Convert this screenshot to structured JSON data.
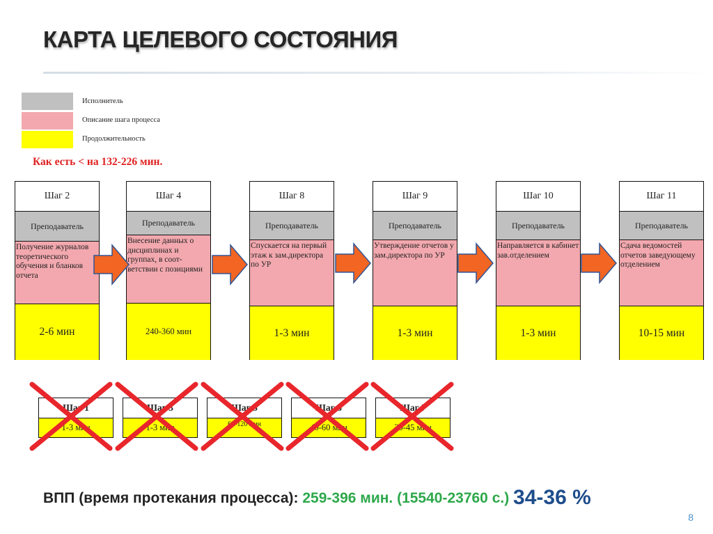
{
  "title": "КАРТА ЦЕЛЕВОГО СОСТОЯНИЯ",
  "legend": [
    {
      "label": "Исполнитель",
      "color": "#c0c0c0"
    },
    {
      "label": "Описание шага процесса",
      "color": "#f2a8ae"
    },
    {
      "label": "Продолжительность",
      "color": "#ffff00"
    }
  ],
  "as_is": "Как есть < на 132-226 мин.",
  "steps": [
    {
      "name": "Шаг 2",
      "role": "Преподаватель",
      "desc": "Получение журналов теоретического обучения и бланков отчета",
      "duration": "2-6 мин"
    },
    {
      "name": "Шаг 4",
      "role": "Преподаватель",
      "desc": "Внесение данных о дисциплинах и группах, в соот-ветствии с позициями",
      "duration": "240-360 мин"
    },
    {
      "name": "Шаг 8",
      "role": "Преподаватель",
      "desc": "Спускается на первый этаж к зам.директора по УР",
      "duration": "1-3 мин"
    },
    {
      "name": "Шаг 9",
      "role": "Преподаватель",
      "desc": "Утверждение отчетов у зам.директора по УР",
      "duration": "1-3 мин"
    },
    {
      "name": "Шаг 10",
      "role": "Преподаватель",
      "desc": "Направляется в кабинет зав.отделением",
      "duration": "1-3 мин"
    },
    {
      "name": "Шаг 11",
      "role": "Преподаватель",
      "desc": "Сдача ведомостей отчетов заведующему отделением",
      "duration": "10-15 мин"
    }
  ],
  "removed_steps": [
    {
      "name": "Шаг 1",
      "duration": "1-3 мин"
    },
    {
      "name": "Шаг 3",
      "duration": "1-3 мин"
    },
    {
      "name": "Шаг 5",
      "duration": "60-120 мин"
    },
    {
      "name": "Шаг 6",
      "duration": "40-60 мин"
    },
    {
      "name": "Шаг 7",
      "duration": "30-45 мин"
    }
  ],
  "footer": {
    "label": "ВПП (время протекания процесса):",
    "value": "259-396 мин. (15540-23760 с.)",
    "percent": "34-36 %"
  },
  "page_number": "8",
  "colors": {
    "arrow": "#f26522",
    "cross": "#e8262b",
    "value_green": "#2ea84b",
    "percent_blue": "#1f4e8c"
  }
}
